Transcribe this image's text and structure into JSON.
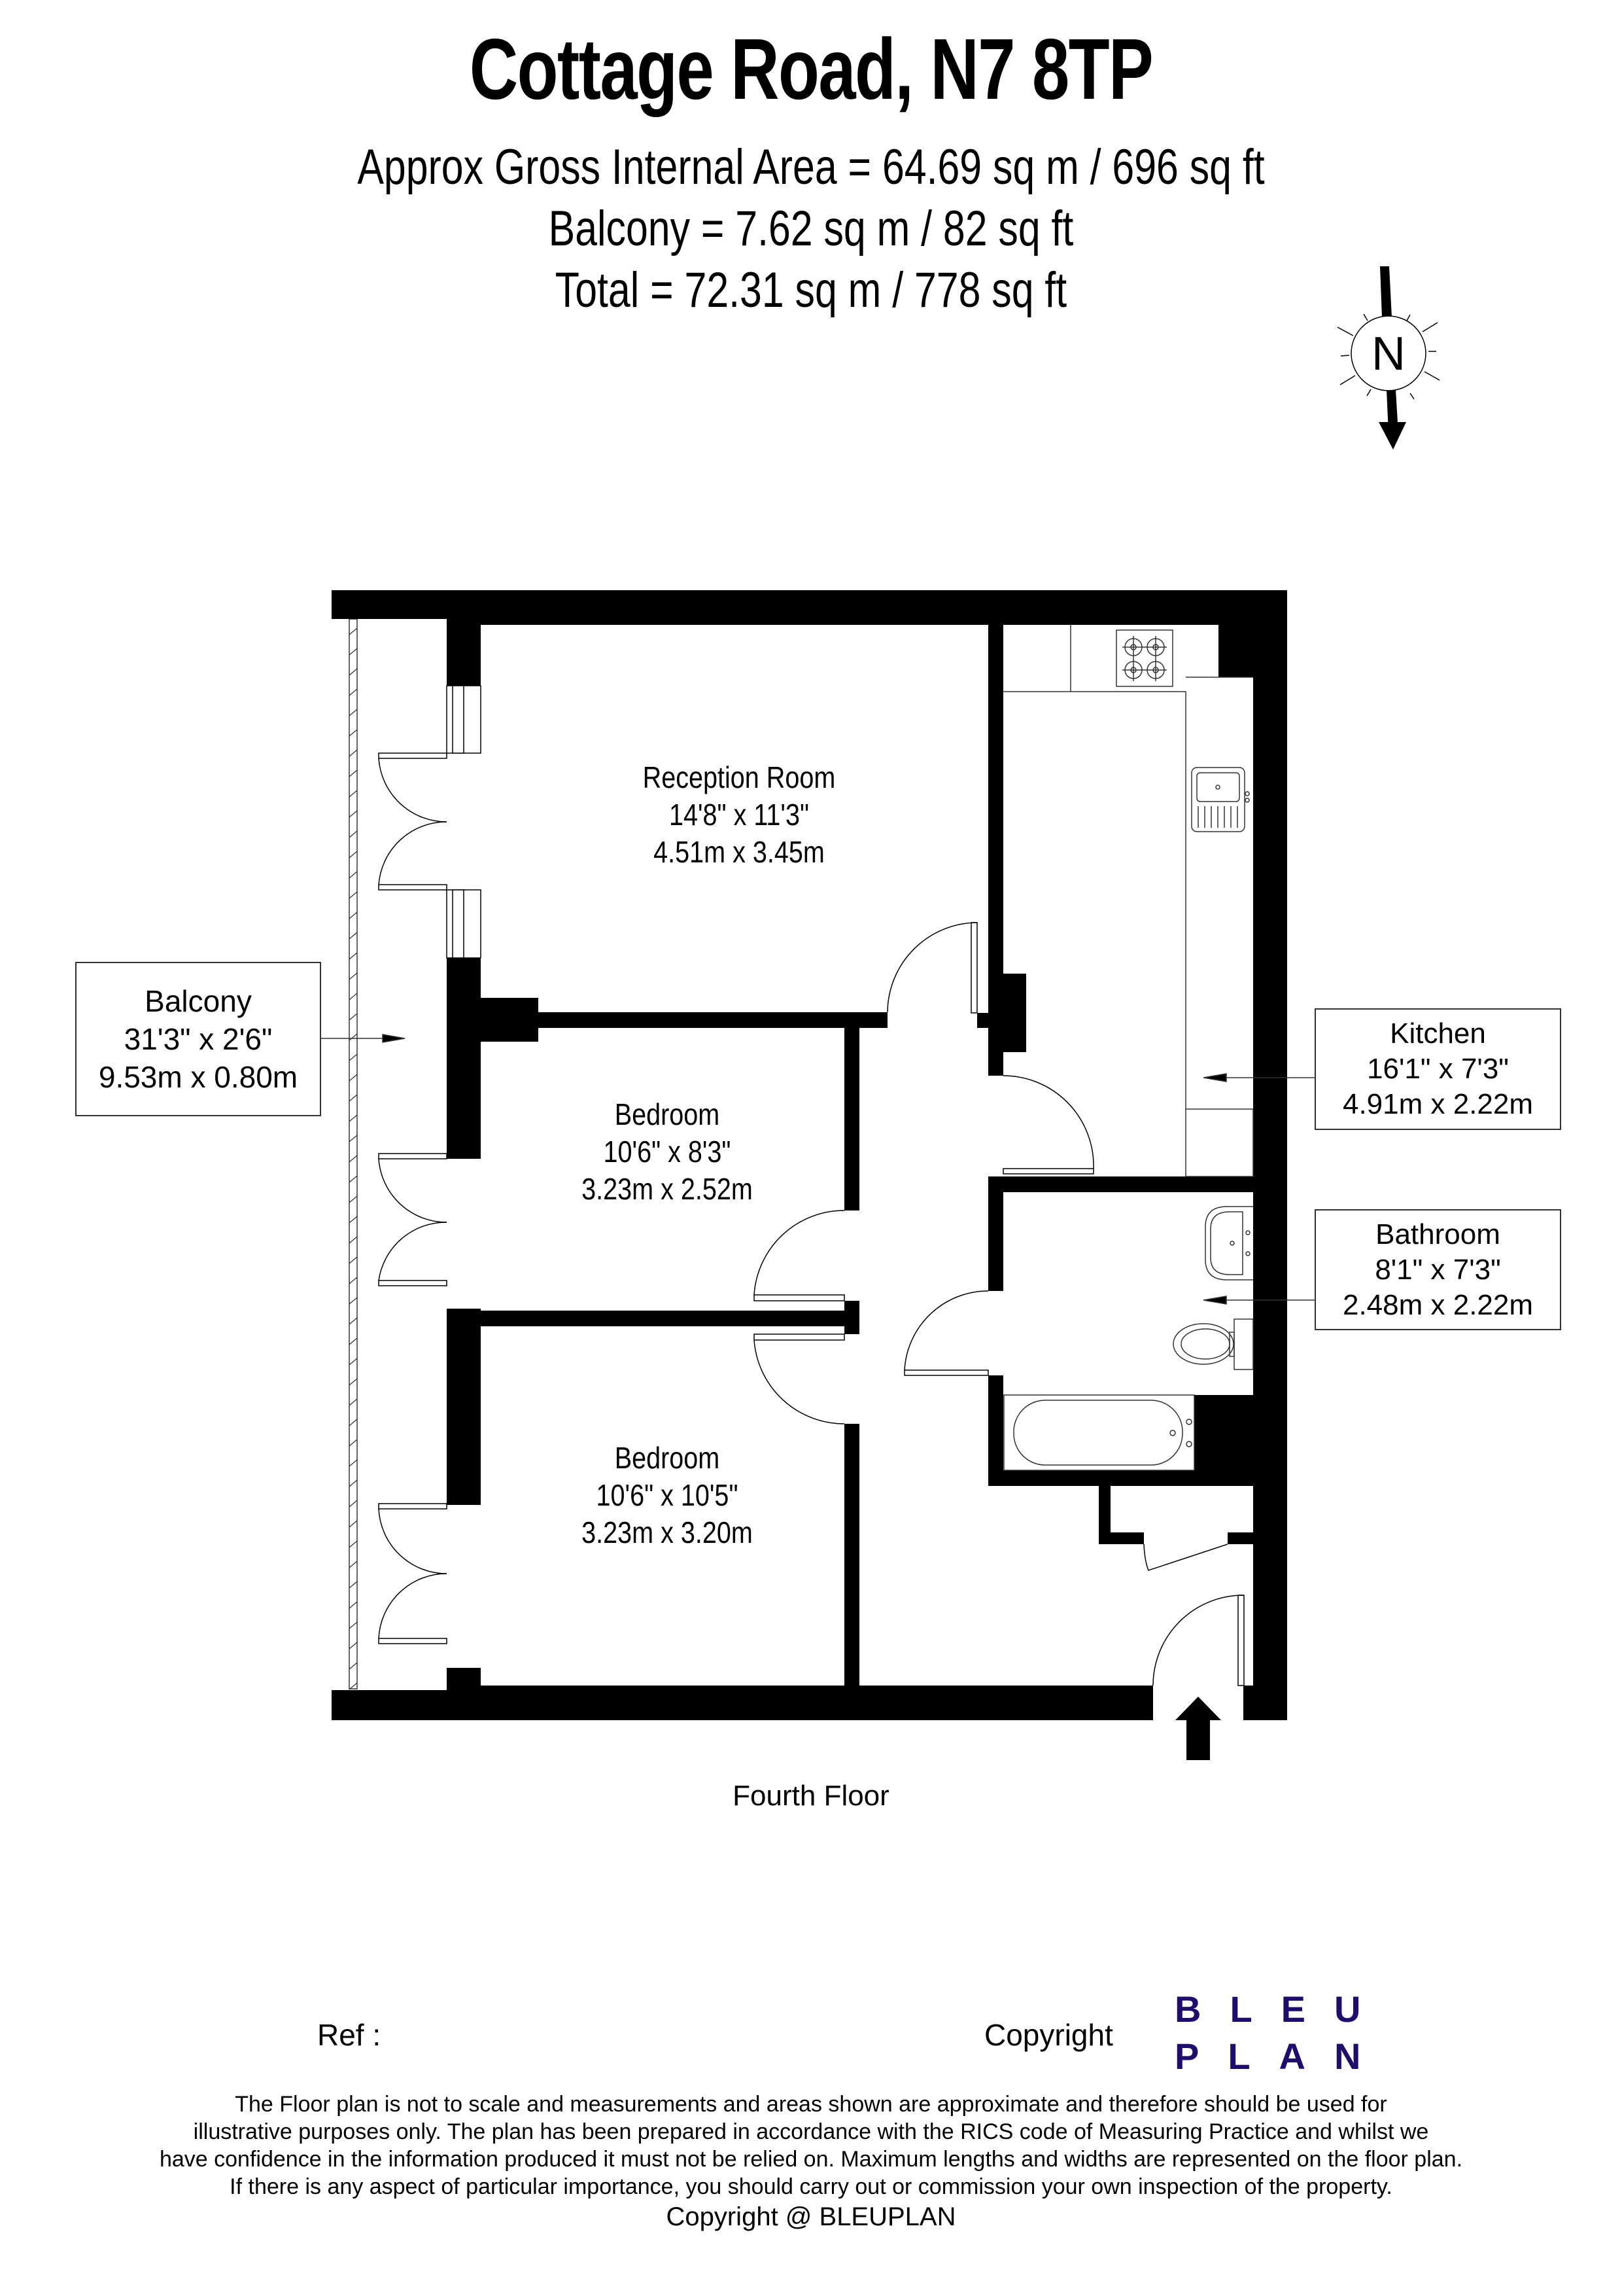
{
  "header": {
    "title": "Cottage Road, N7 8TP",
    "gross_internal_area": "Approx Gross Internal Area = 64.69 sq m / 696 sq ft",
    "balcony_area": "Balcony = 7.62 sq m / 82 sq ft",
    "total_area": "Total = 72.31 sq m / 778 sq ft"
  },
  "compass": {
    "label": "N",
    "icon": "north-arrow-icon"
  },
  "rooms": {
    "reception": {
      "name": "Reception Room",
      "imperial": "14'8\" x 11'3\"",
      "metric": "4.51m x 3.45m"
    },
    "bedroom1": {
      "name": "Bedroom",
      "imperial": "10'6\" x 8'3\"",
      "metric": "3.23m x 2.52m"
    },
    "bedroom2": {
      "name": "Bedroom",
      "imperial": "10'6\" x 10'5\"",
      "metric": "3.23m x 3.20m"
    }
  },
  "callouts": {
    "balcony": {
      "name": "Balcony",
      "imperial": "31'3\" x 2'6\"",
      "metric": "9.53m x 0.80m"
    },
    "kitchen": {
      "name": "Kitchen",
      "imperial": "16'1\" x 7'3\"",
      "metric": "4.91m x 2.22m"
    },
    "bathroom": {
      "name": "Bathroom",
      "imperial": "8'1\" x 7'3\"",
      "metric": "2.48m x 2.22m"
    }
  },
  "floor_label": "Fourth Floor",
  "footer": {
    "ref_label": "Ref  :",
    "copyright_label": "Copyright",
    "logo_line1": "BLEU",
    "logo_line2": "PLAN",
    "logo_color": "#1f0c6b",
    "disclaimer": [
      "The Floor plan is not to scale and measurements and areas shown are approximate and therefore should be used for",
      "illustrative purposes only. The plan has been prepared in accordance with the RICS code of Measuring Practice and whilst we",
      "have confidence in the information produced it must not be relied on. Maximum lengths and widths are represented on the floor plan.",
      "If there is any aspect of particular importance, you should carry out or commission your own inspection of the property."
    ],
    "copyright_line": "Copyright @ BLEUPLAN"
  },
  "colors": {
    "wall": "#000000",
    "background": "#ffffff",
    "line": "#333333"
  }
}
